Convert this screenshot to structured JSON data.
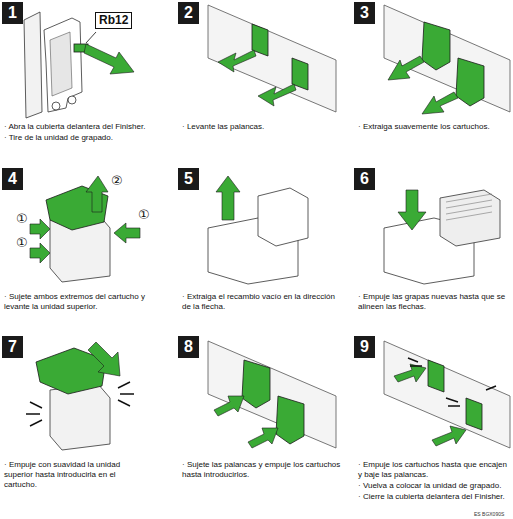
{
  "diagram": {
    "nodes": [
      {
        "text": [
          "1"
        ]
      },
      {
        "text": [
          "Rb12"
        ]
      },
      {
        "text": [
          "2"
        ]
      },
      {
        "text": [
          "3"
        ]
      },
      {
        "text": [
          "4"
        ]
      },
      {
        "text": [
          "5"
        ]
      },
      {
        "text": [
          "6"
        ]
      },
      {
        "text": [
          "7"
        ]
      },
      {
        "text": [
          "8"
        ]
      },
      {
        "text": [
          "9"
        ]
      }
    ],
    "edges": [],
    "labels": [
      "②",
      "①",
      "①",
      "①",
      "· Abra la cubierta delantera del Finisher.",
      "· Tire de la unidad de grapado.",
      "· Levante las palancas.",
      "· Extraiga suavemente los cartuchos.",
      "· Sujete ambos extremos del cartucho y levante la unidad superior.",
      "· Extraiga el recambio vacío en la dirección de la flecha.",
      "· Empuje las grapas nuevas hasta que se alineen las flechas.",
      "· Empuje con suavidad la unidad superior hasta introducirla en el cartucho.",
      "· Sujete las palancas y empuje los cartuchos hasta introducirlos.",
      "· Empuje los cartuchos hasta que encajen y baje las palancas.",
      "· Vuelva a colocar la unidad de grapado.",
      "· Cierre la cubierta delantera del Finisher.",
      "ES BGX090S"
    ]
  }
}
